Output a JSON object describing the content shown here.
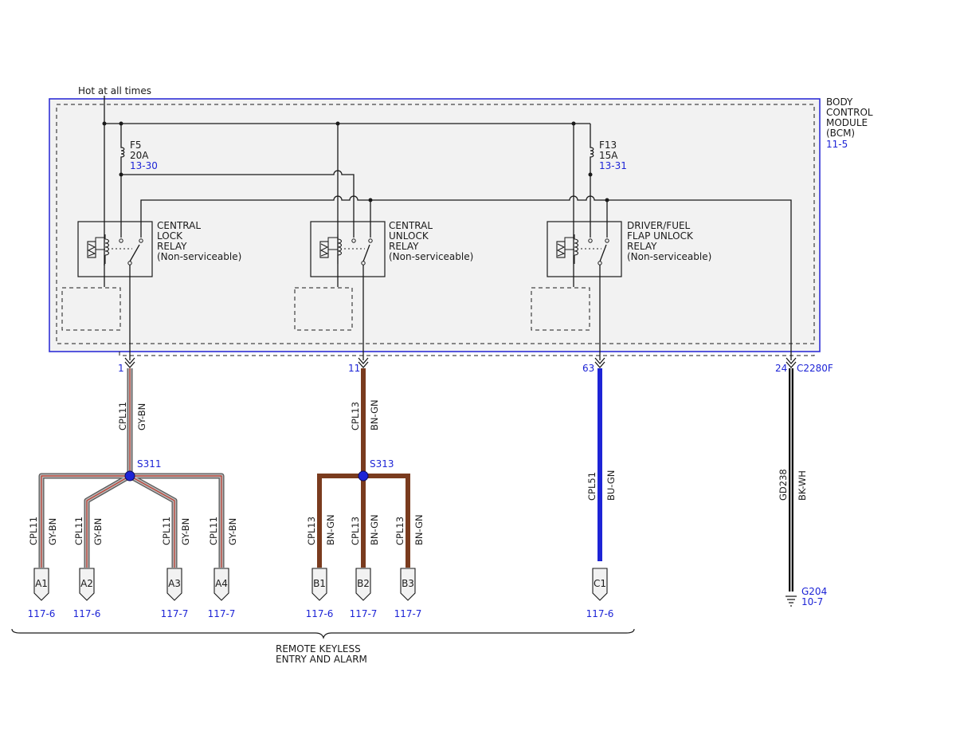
{
  "supply": {
    "label": "Hot at all times"
  },
  "module": {
    "name_lines": [
      "BODY",
      "CONTROL",
      "MODULE",
      "(BCM)"
    ],
    "ref": "11-5",
    "connector": "C2280F"
  },
  "fuses": [
    {
      "name": "F5",
      "rating": "20A",
      "ref": "13-30"
    },
    {
      "name": "F13",
      "rating": "15A",
      "ref": "13-31"
    }
  ],
  "relays": [
    {
      "lines": [
        "CENTRAL",
        "LOCK",
        "RELAY",
        "(Non-serviceable)"
      ]
    },
    {
      "lines": [
        "CENTRAL",
        "UNLOCK",
        "RELAY",
        "(Non-serviceable)"
      ]
    },
    {
      "lines": [
        "DRIVER/FUEL",
        "FLAP UNLOCK",
        "RELAY",
        "(Non-serviceable)"
      ]
    }
  ],
  "pins": [
    "1",
    "11",
    "63",
    "24"
  ],
  "main_wires": [
    {
      "circuit": "CPL11",
      "color": "GY-BN"
    },
    {
      "circuit": "CPL13",
      "color": "BN-GN"
    },
    {
      "circuit": "CPL51",
      "color": "BU-GN"
    },
    {
      "circuit": "GD238",
      "color": "BK-WH"
    }
  ],
  "splices": [
    "S311",
    "S313"
  ],
  "branches": [
    {
      "circuit": "CPL11",
      "color": "GY-BN",
      "terminal": "A1",
      "ref": "117-6"
    },
    {
      "circuit": "CPL11",
      "color": "GY-BN",
      "terminal": "A2",
      "ref": "117-6"
    },
    {
      "circuit": "CPL11",
      "color": "GY-BN",
      "terminal": "A3",
      "ref": "117-7"
    },
    {
      "circuit": "CPL11",
      "color": "GY-BN",
      "terminal": "A4",
      "ref": "117-7"
    },
    {
      "circuit": "CPL13",
      "color": "BN-GN",
      "terminal": "B1",
      "ref": "117-6"
    },
    {
      "circuit": "CPL13",
      "color": "BN-GN",
      "terminal": "B2",
      "ref": "117-7"
    },
    {
      "circuit": "CPL13",
      "color": "BN-GN",
      "terminal": "B3",
      "ref": "117-7"
    },
    {
      "circuit": "",
      "color": "",
      "terminal": "C1",
      "ref": "117-6"
    }
  ],
  "ground": {
    "name": "G204",
    "ref": "10-7"
  },
  "system": {
    "lines": [
      "REMOTE KEYLESS",
      "ENTRY AND ALARM"
    ]
  }
}
